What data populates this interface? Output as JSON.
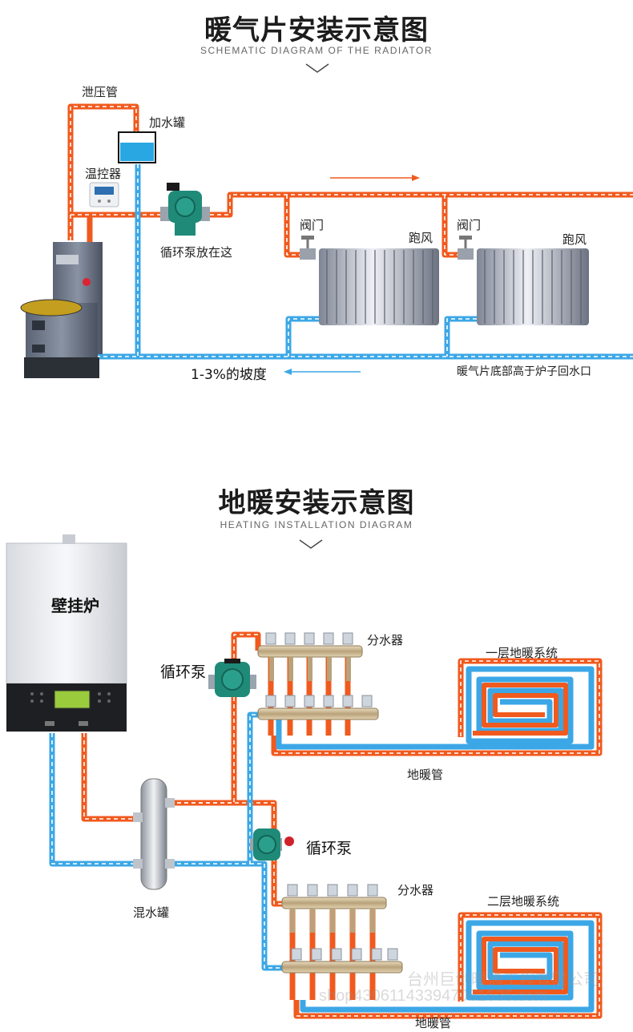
{
  "radiator": {
    "title": "暖气片安装示意图",
    "subtitle": "SCHEMATIC DIAGRAM OF THE RADIATOR",
    "labels": {
      "relief_pipe": "泄压管",
      "fill_tank": "加水罐",
      "thermostat": "温控器",
      "pump": "循环泵放在这",
      "valve_1": "阀门",
      "vent_1": "跑风",
      "valve_2": "阀门",
      "vent_2": "跑风",
      "slope": "1-3%的坡度",
      "bottom_note": "暖气片底部高于炉子回水口"
    }
  },
  "floor": {
    "title": "地暖安装示意图",
    "subtitle": "HEATING INSTALLATION DIAGRAM",
    "labels": {
      "boiler": "壁挂炉",
      "pump_1": "循环泵",
      "manifold_1": "分水器",
      "system_1": "一层地暖系统",
      "pipe_1": "地暖管",
      "pump_2": "循环泵",
      "mixing_tank": "混水罐",
      "manifold_2": "分水器",
      "system_2": "二层地暖系统",
      "pipe_2": "地暖管"
    },
    "watermark": {
      "line1": "台州巨创暖通工程有限公司",
      "line2": "shop430611433947061636.com"
    }
  },
  "colors": {
    "supply": "#f05a1e",
    "return": "#3ca7e6",
    "title": "#1c1c1c",
    "pump": "#1f8a78"
  }
}
